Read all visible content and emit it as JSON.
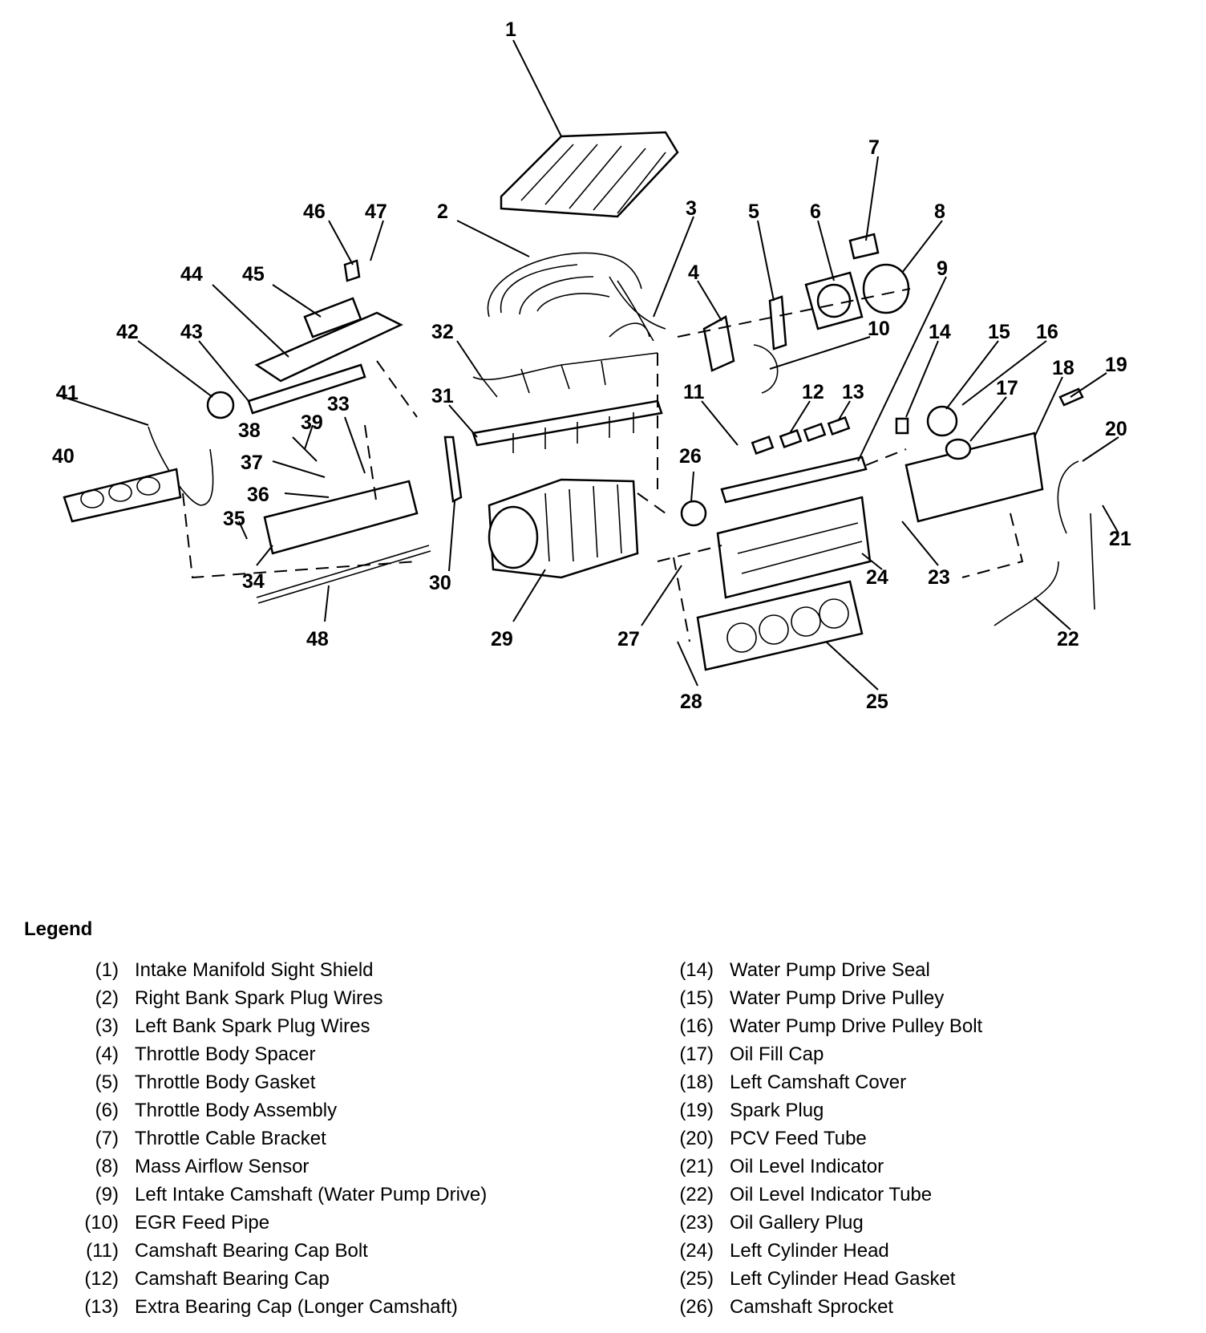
{
  "callouts": [
    "1",
    "2",
    "3",
    "4",
    "5",
    "6",
    "7",
    "8",
    "9",
    "10",
    "11",
    "12",
    "13",
    "14",
    "15",
    "16",
    "17",
    "18",
    "19",
    "20",
    "21",
    "22",
    "23",
    "24",
    "25",
    "26",
    "27",
    "28",
    "29",
    "30",
    "31",
    "32",
    "33",
    "34",
    "35",
    "36",
    "37",
    "38",
    "39",
    "40",
    "41",
    "42",
    "43",
    "44",
    "45",
    "46",
    "47",
    "48"
  ],
  "legend": {
    "title": "Legend",
    "left": [
      {
        "num": "(1)",
        "label": "Intake Manifold Sight Shield"
      },
      {
        "num": "(2)",
        "label": "Right Bank Spark Plug Wires"
      },
      {
        "num": "(3)",
        "label": "Left Bank Spark Plug Wires"
      },
      {
        "num": "(4)",
        "label": "Throttle Body Spacer"
      },
      {
        "num": "(5)",
        "label": "Throttle Body Gasket"
      },
      {
        "num": "(6)",
        "label": "Throttle Body Assembly"
      },
      {
        "num": "(7)",
        "label": "Throttle Cable Bracket"
      },
      {
        "num": "(8)",
        "label": "Mass Airflow Sensor"
      },
      {
        "num": "(9)",
        "label": "Left Intake Camshaft (Water Pump Drive)"
      },
      {
        "num": "(10)",
        "label": "EGR Feed Pipe"
      },
      {
        "num": "(11)",
        "label": "Camshaft Bearing Cap Bolt"
      },
      {
        "num": "(12)",
        "label": "Camshaft Bearing Cap"
      },
      {
        "num": "(13)",
        "label": "Extra Bearing Cap (Longer Camshaft)"
      }
    ],
    "right": [
      {
        "num": "(14)",
        "label": "Water Pump Drive Seal"
      },
      {
        "num": "(15)",
        "label": "Water Pump Drive Pulley"
      },
      {
        "num": "(16)",
        "label": "Water Pump Drive Pulley Bolt"
      },
      {
        "num": "(17)",
        "label": "Oil Fill Cap"
      },
      {
        "num": "(18)",
        "label": "Left Camshaft Cover"
      },
      {
        "num": "(19)",
        "label": "Spark Plug"
      },
      {
        "num": "(20)",
        "label": "PCV Feed Tube"
      },
      {
        "num": "(21)",
        "label": "Oil Level Indicator"
      },
      {
        "num": "(22)",
        "label": "Oil Level Indicator Tube"
      },
      {
        "num": "(23)",
        "label": "Oil Gallery Plug"
      },
      {
        "num": "(24)",
        "label": "Left Cylinder Head"
      },
      {
        "num": "(25)",
        "label": "Left Cylinder Head Gasket"
      },
      {
        "num": "(26)",
        "label": "Camshaft Sprocket"
      }
    ]
  }
}
